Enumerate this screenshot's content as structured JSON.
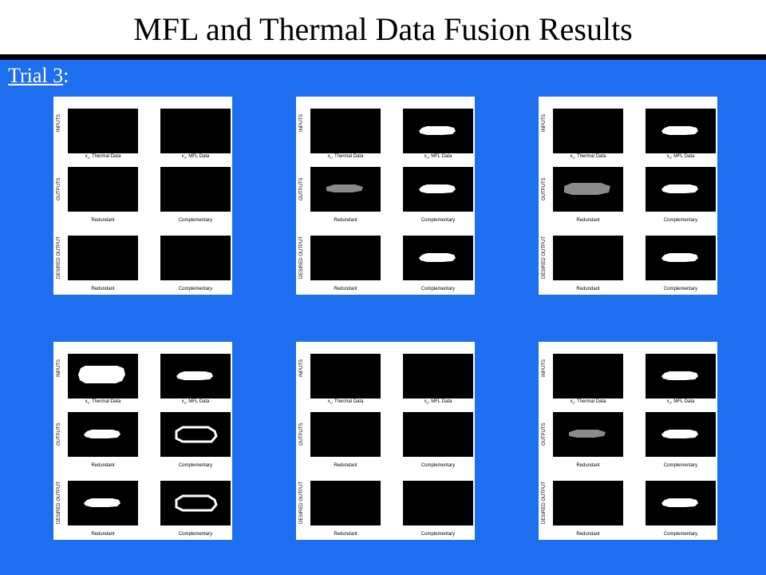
{
  "title": "MFL and Thermal Data Fusion Results",
  "trial": {
    "label": "Trial 3",
    "suffix": ":"
  },
  "panel_labels": {
    "row_labels": [
      "INPUTS",
      "OUTPUTS",
      "DESIRED OUTPUT"
    ],
    "input_left_var": "x",
    "input_left_sub": "1",
    "input_left_text": ", Thermal Data",
    "input_right_var": "x",
    "input_right_sub": "2",
    "input_right_text": ", MFL Data",
    "output_left": "Redundant",
    "output_right": "Complementary",
    "desired_left": "Redundant",
    "desired_right": "Complementary"
  },
  "colors": {
    "background": "#1e6ef0",
    "title_bar": "#ffffff",
    "rule": "#000000",
    "image_bg": "#000000",
    "blob_white": "#ffffff",
    "blob_gray": "#8a8a8a"
  },
  "panels": [
    {
      "id": "panel-1",
      "blobs": []
    },
    {
      "id": "panel-2",
      "blobs": [
        {
          "cell": "in-right",
          "style": "solid"
        },
        {
          "cell": "out-left",
          "style": "gray"
        },
        {
          "cell": "out-right",
          "style": "solid"
        },
        {
          "cell": "des-right",
          "style": "solid"
        }
      ]
    },
    {
      "id": "panel-3",
      "blobs": [
        {
          "cell": "in-right",
          "style": "solid"
        },
        {
          "cell": "out-left",
          "style": "gray-wide"
        },
        {
          "cell": "out-right",
          "style": "solid"
        },
        {
          "cell": "des-right",
          "style": "solid"
        }
      ]
    },
    {
      "id": "panel-4",
      "blobs": [
        {
          "cell": "in-left",
          "style": "solid-large"
        },
        {
          "cell": "in-right",
          "style": "solid"
        },
        {
          "cell": "out-left",
          "style": "solid"
        },
        {
          "cell": "out-right",
          "style": "outline"
        },
        {
          "cell": "des-left",
          "style": "solid"
        },
        {
          "cell": "des-right",
          "style": "outline"
        }
      ]
    },
    {
      "id": "panel-5",
      "blobs": []
    },
    {
      "id": "panel-6",
      "blobs": [
        {
          "cell": "in-right",
          "style": "solid"
        },
        {
          "cell": "out-left",
          "style": "gray"
        },
        {
          "cell": "out-right",
          "style": "solid"
        },
        {
          "cell": "des-right",
          "style": "solid"
        }
      ]
    }
  ]
}
